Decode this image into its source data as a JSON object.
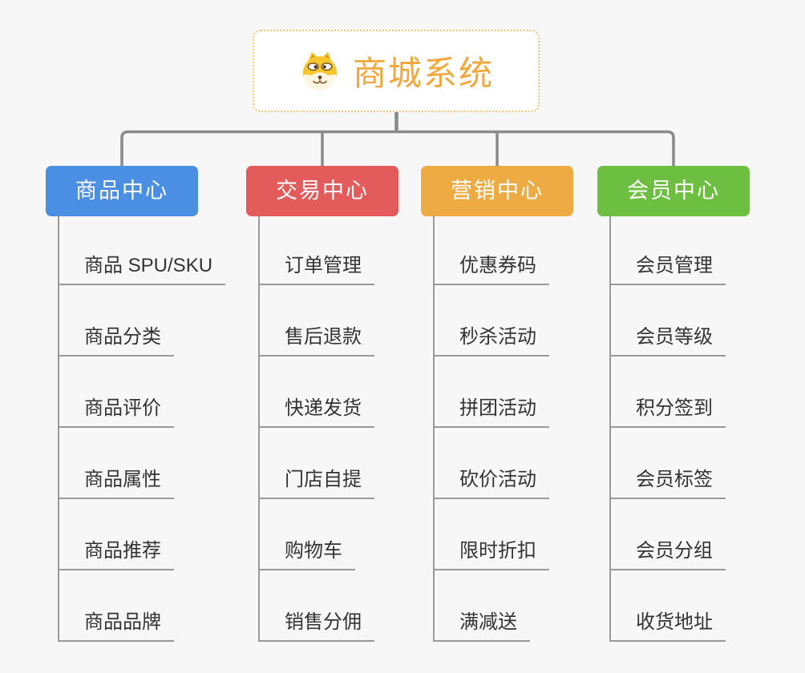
{
  "root": {
    "title": "商城系统",
    "icon": "dog-face-icon"
  },
  "branches": [
    {
      "label": "商品中心",
      "color": "#4A8FE4",
      "items": [
        "商品 SPU/SKU",
        "商品分类",
        "商品评价",
        "商品属性",
        "商品推荐",
        "商品品牌"
      ]
    },
    {
      "label": "交易中心",
      "color": "#E45B5B",
      "items": [
        "订单管理",
        "售后退款",
        "快递发货",
        "门店自提",
        "购物车",
        "销售分佣"
      ]
    },
    {
      "label": "营销中心",
      "color": "#EEAB44",
      "items": [
        "优惠券码",
        "秒杀活动",
        "拼团活动",
        "砍价活动",
        "限时折扣",
        "满减送"
      ]
    },
    {
      "label": "会员中心",
      "color": "#6DBF41",
      "items": [
        "会员管理",
        "会员等级",
        "积分签到",
        "会员标签",
        "会员分组",
        "收货地址"
      ]
    }
  ],
  "colors": {
    "background": "#F7F7F7",
    "connector": "#8A8A8A",
    "guide": "#999999",
    "leaf_text": "#333333",
    "root_accent": "#F2A83C",
    "root_border": "#F5C878"
  }
}
